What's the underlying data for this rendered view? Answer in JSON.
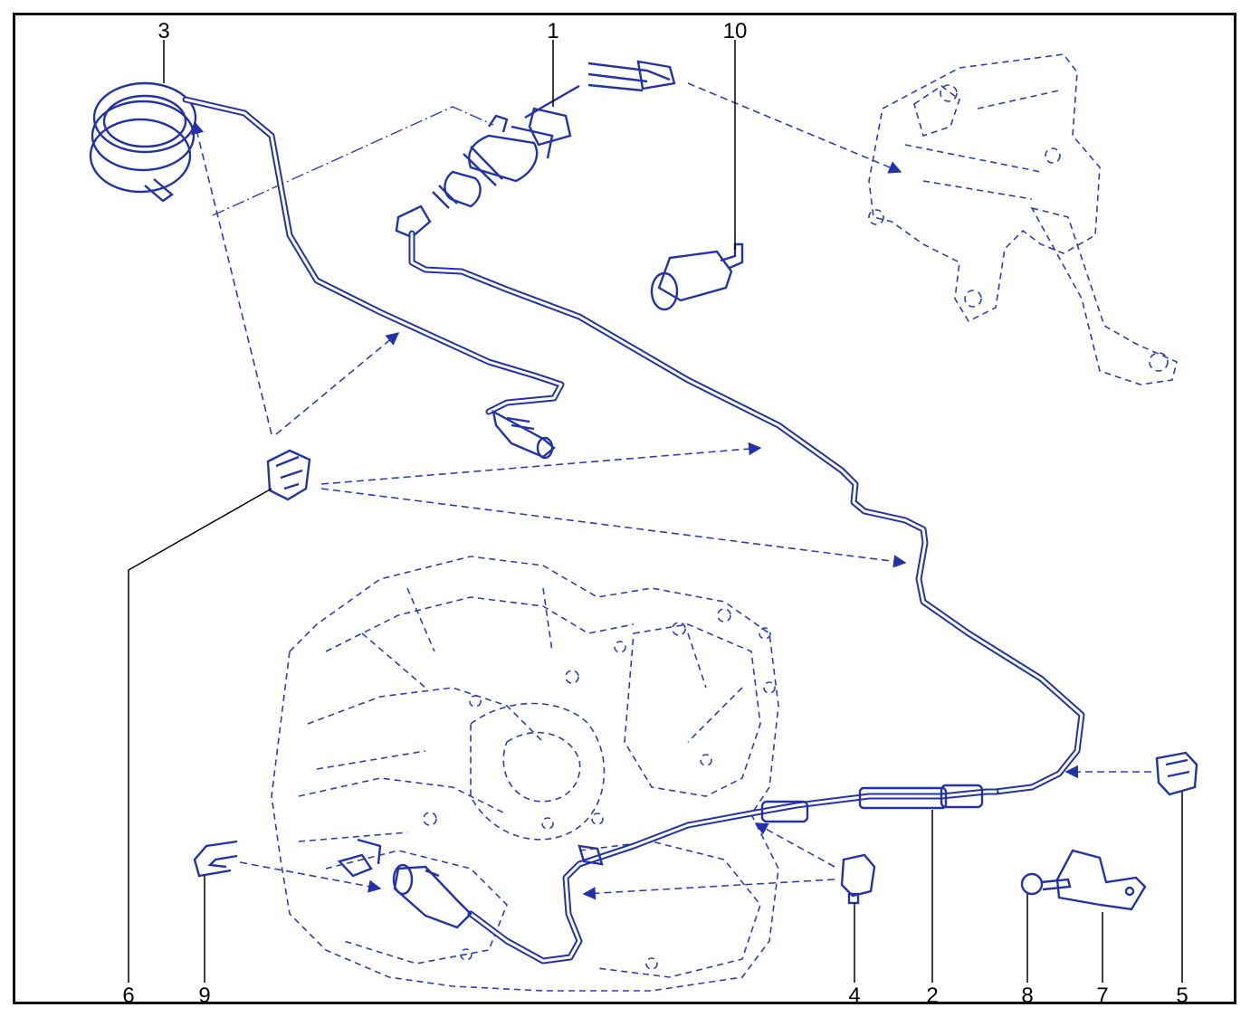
{
  "labels": {
    "l1": "1",
    "l2": "2",
    "l3": "3",
    "l4": "4",
    "l5": "5",
    "l6": "6",
    "l7": "7",
    "l8": "8",
    "l9": "9",
    "l10": "10"
  },
  "colors": {
    "line": "#2233aa",
    "frame": "#111111",
    "text": "#000000"
  }
}
